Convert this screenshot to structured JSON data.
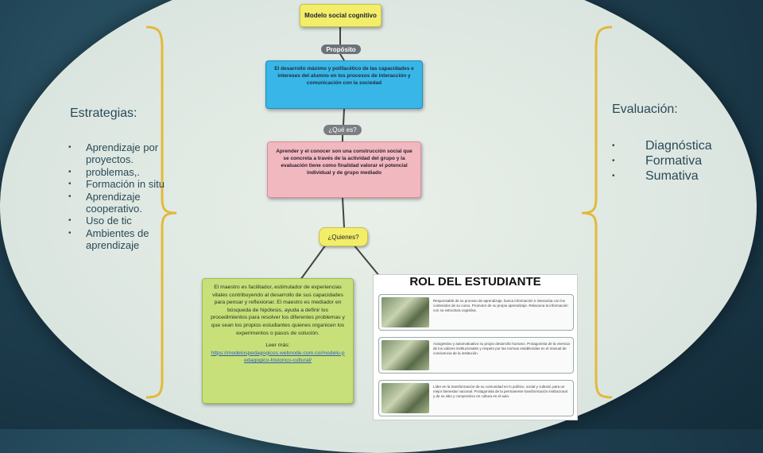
{
  "diagram": {
    "title": "Modelo social cognitivo",
    "proposito_label": "Propósito",
    "proposito_text": "El desarrollo máximo y polifacético de las capacidades e intereses del alumno en los procesos de interacción y comunicación con la sociedad",
    "que_label": "¿Qué es?",
    "que_text": "Aprender y el conocer son una construcción social que se concreta a través de la actividad del grupo y la evaluación tiene como finalidad valorar el potencial individual y de grupo mediado",
    "quienes_label": "¿Quienes?",
    "quienes_text": "El maestro es facilitador, estimulador de experiencias vitales contribuyendo al desarrollo de sus capacidades para pensar y reflexionar. El maestro es mediador en búsqueda de hipótesis, ayuda a definir los procedimientos para resolver los diferentes problemas y que sean los propios estudiantes quienes organicen los experimentos o pasos de solución.",
    "quienes_more_label": "Leer más:",
    "quienes_link": "https://modelospedagogicos.webnode.com.co/modelo-pedagogico-historico-cultural/"
  },
  "estrategias": {
    "heading": "Estrategias:",
    "items": [
      "Aprendizaje por proyectos.",
      "problemas,.",
      "Formación in situ",
      "Aprendizaje cooperativo.",
      "Uso de tic",
      "Ambientes de aprendizaje"
    ]
  },
  "evaluacion": {
    "heading": "Evaluación:",
    "items": [
      "Diagnóstica",
      "Formativa",
      "Sumativa"
    ]
  },
  "rol": {
    "title": "ROL DEL ESTUDIANTE",
    "rows": [
      "Responsable de su proceso de aprendizaje, busca información e interactúa con los contenidos de su curso. Promotor de su propio aprendizaje. Relaciona la información con su estructura cognitiva.",
      "Autogestivo y autoevaluativo su propio desarrollo humano. Protagonista de la vivencia de los valores institucionales y respeto por las normas establecidas en el manual de convivencia de la institución.",
      "Líder en la transformación de su comunidad en lo político, social y cultural, para un mejor bienestar nacional. Protagonista de la permanente transformación institucional y de su sitio y compromiso en cultura en el aula."
    ]
  },
  "colors": {
    "accent_gold": "#e2b93b",
    "title_yellow": "#f3ee6a",
    "proposito_blue": "#38b6e8",
    "que_pink": "#f2b8bf",
    "quienes_green": "#c7e07a"
  }
}
